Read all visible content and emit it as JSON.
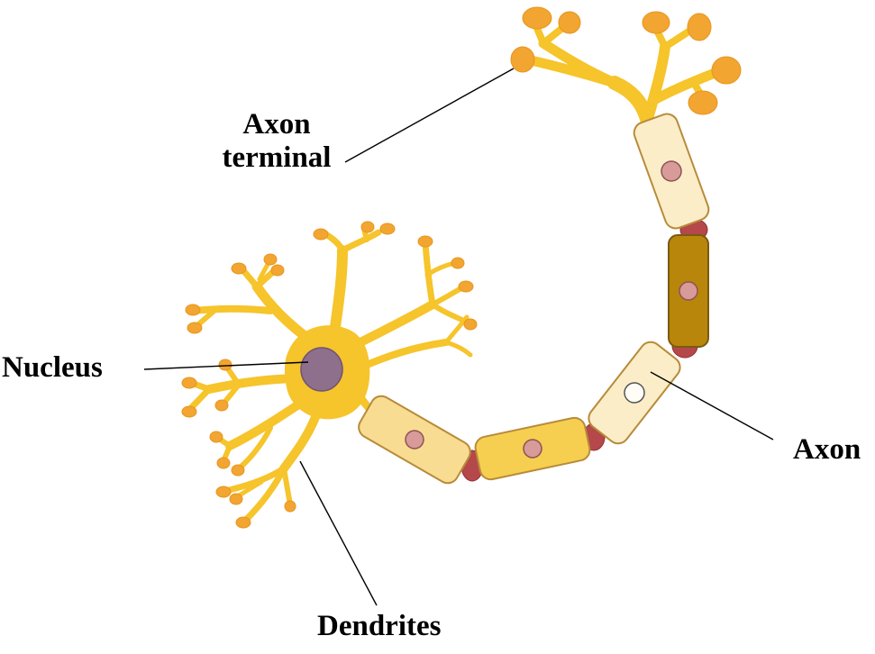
{
  "labels": {
    "axon_terminal_line1": "Axon",
    "axon_terminal_line2": "terminal",
    "nucleus": "Nucleus",
    "axon": "Axon",
    "dendrites": "Dendrites"
  },
  "colors": {
    "cell_body": "#F6C42B",
    "terminal_bulb": "#F2A531",
    "myelin_light": "#FBEDC8",
    "myelin_tan": "#F8DC92",
    "myelin_gold": "#F6CF50",
    "myelin_dark": "#B8860B",
    "node_of_ranvier": "#B5484A",
    "schwann_nucleus": "#D99A9A",
    "nucleus": "#8E6F8C"
  }
}
